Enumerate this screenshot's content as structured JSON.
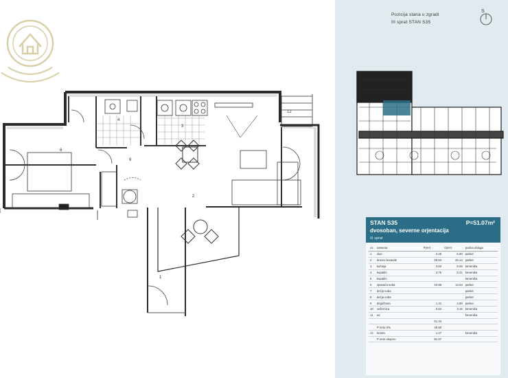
{
  "panel": {
    "header_line1": "Pozicija stana u zgradi",
    "header_line2": "III sprat  STAN  S35",
    "compass_label": "S"
  },
  "card": {
    "name": "STAN S35",
    "area": "P=51.07m²",
    "subtitle": "dvosoban, severne orjentacija",
    "floor": "III sprat",
    "columns": [
      "oz.",
      "namena",
      "P(m²)",
      "O(m¹)",
      "podna obloga"
    ],
    "rows": [
      {
        "no": "1",
        "name": "ulaz",
        "p": "2.26",
        "o": "6.00",
        "floor": "parket"
      },
      {
        "no": "2",
        "name": "dnevni boravak",
        "p": "28.53",
        "o": "25.14",
        "floor": "parket"
      },
      {
        "no": "3",
        "name": "kuhinja",
        "p": "3.60",
        "o": "8.06",
        "floor": "keramika"
      },
      {
        "no": "4",
        "name": "kupatilo",
        "p": "3.75",
        "o": "8.41",
        "floor": "keramika"
      },
      {
        "no": "5",
        "name": "kupatilo",
        "p": "",
        "o": "",
        "floor": "keramika"
      },
      {
        "no": "6",
        "name": "spavaća soba",
        "p": "10.86",
        "o": "13.64",
        "floor": "parket"
      },
      {
        "no": "7",
        "name": "dečja soba",
        "p": "",
        "o": "",
        "floor": "parket"
      },
      {
        "no": "8",
        "name": "dečja soba",
        "p": "",
        "o": "",
        "floor": "parket"
      },
      {
        "no": "9",
        "name": "degažman",
        "p": "1.41",
        "o": "4.89",
        "floor": "parket"
      },
      {
        "no": "10",
        "name": "vešernica",
        "p": "0.62",
        "o": "3.15",
        "floor": "keramika"
      },
      {
        "no": "11",
        "name": "wc",
        "p": "",
        "o": "",
        "floor": "keramika"
      }
    ],
    "totals": [
      {
        "label": "",
        "value": "51.34",
        "floor": ""
      },
      {
        "label": "P neto-3%",
        "value": "49.80",
        "floor": ""
      },
      {
        "label": "terasa",
        "value": "1.27",
        "floor": "keramika",
        "no": "12"
      },
      {
        "label": "P neto ukupno",
        "value": "51.07",
        "floor": ""
      }
    ]
  },
  "plan": {
    "labels": {
      "r1": "1",
      "r2": "2",
      "r3": "3",
      "r4": "4",
      "r6": "6",
      "r9": "9",
      "r12": "12"
    }
  },
  "colors": {
    "accent": "#2b6d86",
    "panel": "#e1ebef",
    "logo": "#d8cfa7",
    "wall": "#2a2a2a"
  },
  "icons": [
    "house-location-logo-icon",
    "compass-icon"
  ]
}
